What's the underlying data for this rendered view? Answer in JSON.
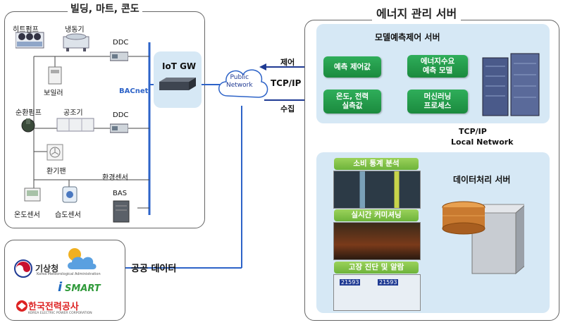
{
  "building": {
    "title": "빌딩, 마트, 콘도",
    "heat_pump": "히트펌프",
    "chiller": "냉동기",
    "boiler": "보일러",
    "circ_pump": "순환펌프",
    "ahu": "공조기",
    "fan": "환기팬",
    "env_sensor": "환경센서",
    "temp_sensor": "온도센서",
    "humid_sensor": "습도센서",
    "ddc_1": "DDC",
    "ddc_2": "DDC",
    "bacnet": "BACnet",
    "bas": "BAS"
  },
  "iot_gw": "IoT GW",
  "public_network": "Public\nNetwork",
  "links": {
    "control": "제어",
    "tcpip": "TCP/IP",
    "collect": "수집",
    "local_tcpip": "TCP/IP",
    "local_network": "Local Network"
  },
  "ems": {
    "title": "에너지 관리 서버",
    "model_server": "모델예측제어 서버",
    "pred_control": "예측 제어값",
    "demand_model": "에너지수요\n예측 모델",
    "measured": "온도, 전력\n실측값",
    "ml_process": "머신러닝\n프로세스",
    "data_server": "데이터처리 서버",
    "stats": "소비 통계 분석",
    "commissioning": "실시간 커미셔닝",
    "diagnosis": "고장 진단 및 알람",
    "readout_1": "21593",
    "readout_2": "21593"
  },
  "public_data": {
    "label": "공공 데이터",
    "kma": "기상청",
    "kma_en": "Korea Meteorological Administration",
    "ismart": "SMART",
    "ismart_i": "i",
    "kepco": "한국전력공사",
    "kepco_en": "KOREA ELECTRIC POWER CORPORATION"
  },
  "colors": {
    "green": "#1f9447",
    "lightgreen": "#7cc243",
    "arrow_blue": "#1f3a93",
    "panel_blue": "#d6e8f5"
  }
}
